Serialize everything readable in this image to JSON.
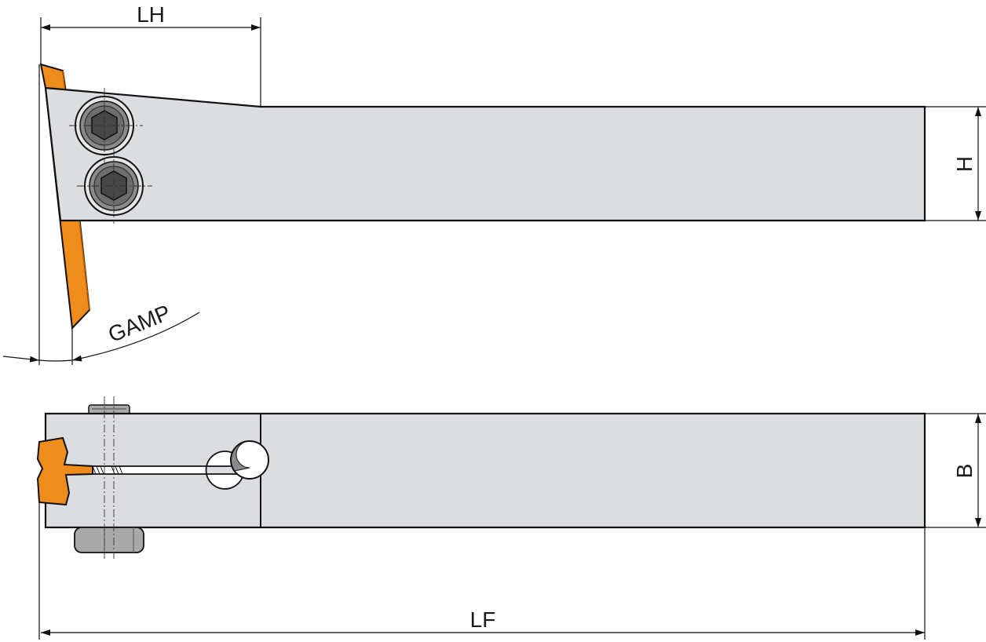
{
  "labels": {
    "lh": "LH",
    "h": "H",
    "gamp": "GAMP",
    "b": "B",
    "lf": "LF"
  },
  "colors": {
    "body": "#dcdde0",
    "insert": "#f08c1c",
    "insert_dark": "#c76a0a",
    "screw_outer": "#8c8c8c",
    "screw_inner": "#4e4e4e",
    "outline": "#111111",
    "background": "#ffffff"
  }
}
